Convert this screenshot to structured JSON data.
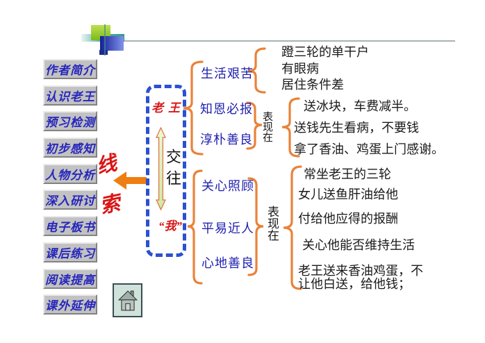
{
  "sidebar": {
    "items": [
      "作者简介",
      "认识老王",
      "预习检测",
      "初步感知",
      "人物分析",
      "深入研讨",
      "电子板书",
      "课后练习",
      "阅读提高",
      "课外延伸"
    ]
  },
  "clue": {
    "char_top": "线",
    "char_bottom": "索"
  },
  "relation": {
    "party_top": "老王",
    "exchange": "交往",
    "party_bottom": "“我”"
  },
  "laowang_section": {
    "traits": [
      "生活艰苦",
      "知恩必报",
      "淳朴善良"
    ],
    "hardship_details": [
      "蹬三轮的单干户",
      "有眼病",
      "居住条件差"
    ],
    "manifest_label": "表现在",
    "gratitude_details": [
      "送冰块，车费减半。",
      "送钱先生看病，不要钱",
      "拿了香油、鸡蛋上门感谢。"
    ]
  },
  "me_section": {
    "traits": [
      "关心照顾",
      "平易近人",
      "心地善良"
    ],
    "manifest_label": "表现在",
    "details": [
      "常坐老王的三轮",
      "女儿送鱼肝油给他",
      "付给他应得的报酬",
      "关心他能否维持生活",
      "老王送来香油鸡蛋，不让他白送，给他钱；"
    ]
  },
  "icons": {
    "home": "home-icon"
  },
  "colors": {
    "brace_orange": "#e8833a",
    "arrow_orange": "#ee7d12",
    "trait_blue": "#1f1fae",
    "title_red": "#d91616",
    "dash_blue": "#2b50d0",
    "button_text_blue": "#2626bd",
    "button_gray": "#c2c2c2"
  }
}
